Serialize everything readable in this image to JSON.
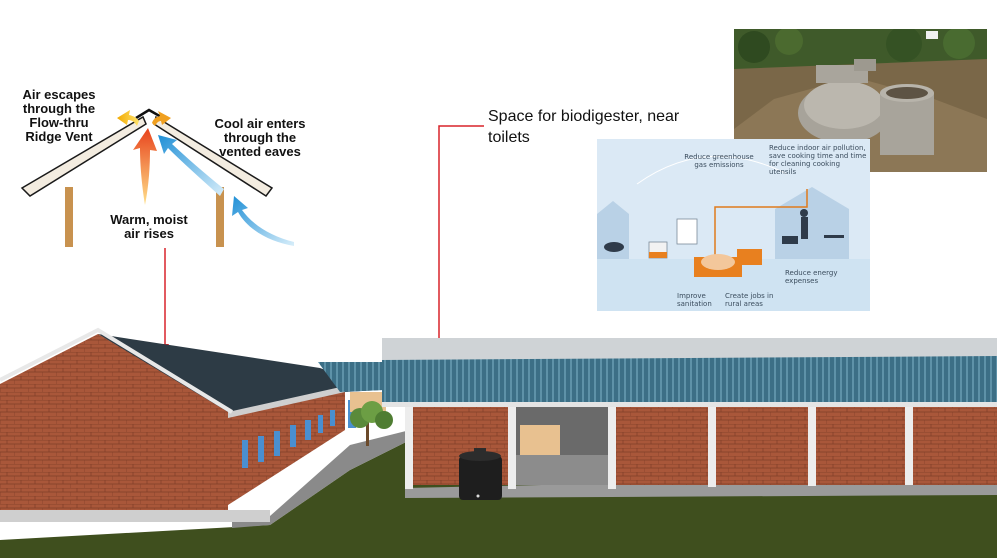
{
  "vent_diagram": {
    "escape_label": "Air escapes through the Flow-thru Ridge Vent",
    "escape_lines": [
      "Air escapes",
      "through the",
      "Flow-thru",
      "Ridge Vent"
    ],
    "cool_lines": [
      "Cool air enters",
      "through the",
      "vented eaves"
    ],
    "warm_lines": [
      "Warm, moist",
      "air rises"
    ]
  },
  "biodigester_note": {
    "lines": [
      "Space for biodigester, near",
      "toilets"
    ]
  },
  "benefits_infographic": {
    "greenhouse": [
      "Reduce greenhouse",
      "gas emissions"
    ],
    "indoor_air": [
      "Reduce indoor air pollution,",
      "save cooking time and time",
      "for cleaning cooking utensils"
    ],
    "energy": [
      "Reduce energy",
      "expenses"
    ],
    "sanitation": [
      "Improve",
      "sanitation"
    ],
    "jobs": [
      "Create jobs in",
      "rural areas"
    ]
  },
  "colors": {
    "pointer_line": "#d8232a",
    "arrow_warm": "#f58220",
    "arrow_cool": "#3aa0dc",
    "brick": "#a9573a",
    "roof_dark": "#2d3b45",
    "roof_corrugated": "#3c6f86",
    "grass": "#3f4f1e"
  }
}
